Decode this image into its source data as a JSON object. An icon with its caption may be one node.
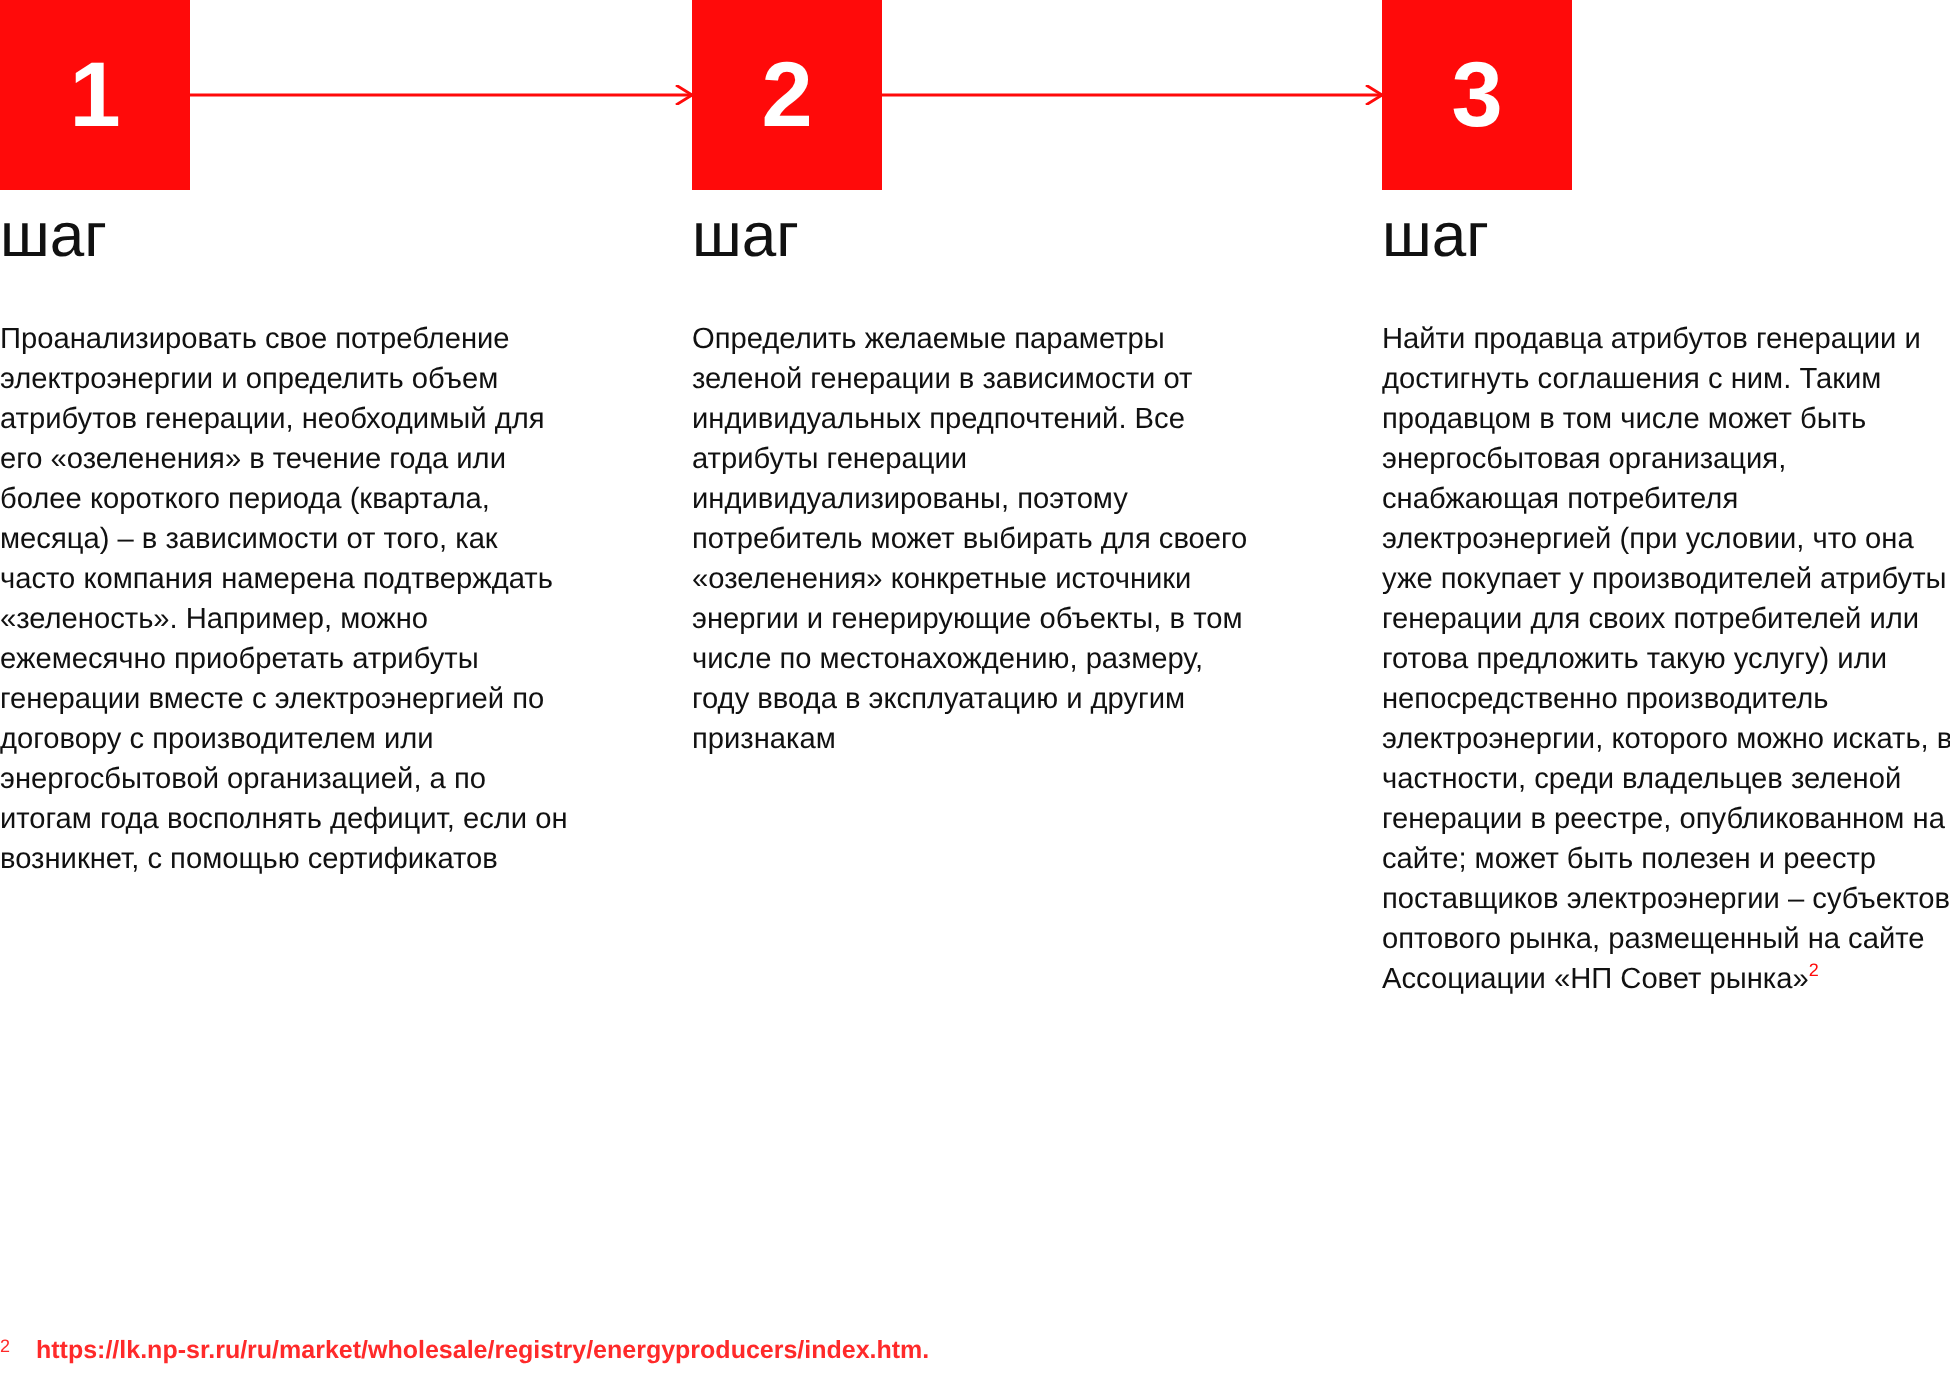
{
  "diagram": {
    "nodes": [
      {
        "text": [
          "1",
          "шаг",
          "Проанализировать свое потребление электроэнергии и определить объем атрибутов генерации, необходимый для его «озеленения» в течение года или более короткого периода (квартала, месяца) – в зависимости от того, как часто компания намерена подтверждать «зеленость». Например, можно ежемесячно приобретать атрибуты генерации вместе с электроэнергией по договору с производителем или энергосбытовой организацией, а по итогам года восполнять дефицит, если он возникнет, с помощью сертификатов"
        ]
      },
      {
        "text": [
          "2",
          "шаг",
          "Определить желаемые параметры зеленой генерации в зависимости от индивидуальных предпочтений. Все атрибуты генерации индивидуализированы, поэтому потребитель может выбирать для своего «озеленения» конкретные источники энергии и генерирующие объекты, в том числе по местонахождению, размеру, году ввода в эксплуатацию и другим признакам"
        ]
      },
      {
        "text": [
          "3",
          "шаг",
          "Найти продавца атрибутов генерации и достигнуть соглашения с ним. Таким продавцом в том числе может быть энергосбытовая организация, снабжающая потребителя электроэнергией (при условии, что она уже покупает у производителей атрибуты генерации для своих потребителей или готова предложить такую услугу) или непосредственно производитель электроэнергии, которого можно искать, в частности, среди владельцев зеленой генерации в реестре, опубликованном на сайте; может быть полезен и реестр поставщиков электроэнергии – субъектов оптового рынка, размещенный на сайте Ассоциации «НП Совет рынка»$^{2}$"
        ]
      }
    ],
    "edges": [
      {
        "from": 0,
        "to": 1,
        "arrow": "to"
      },
      {
        "from": 1,
        "to": 2,
        "arrow": "to"
      }
    ],
    "labels": [
      "2",
      "https://lk.np-sr.ru/ru/market/wholesale/registry/energyproducers/index.htm."
    ]
  }
}
